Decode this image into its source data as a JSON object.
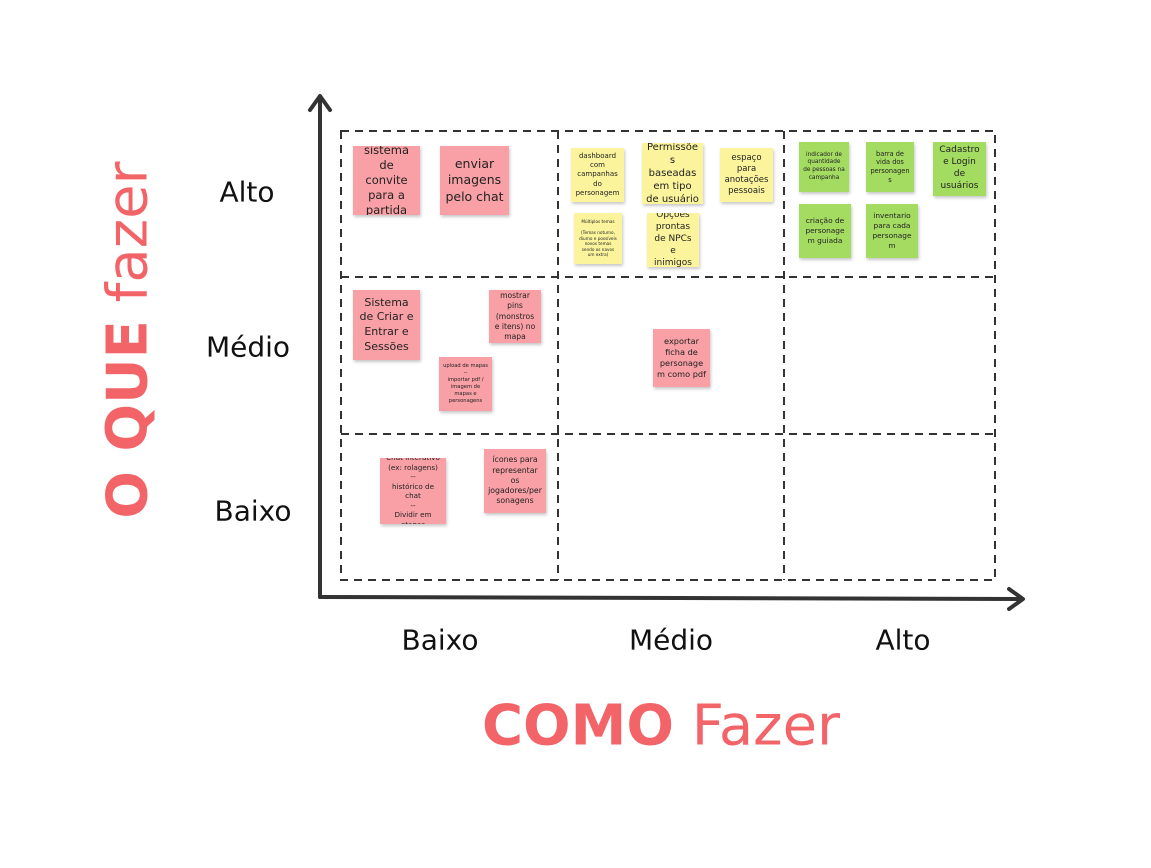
{
  "board": {
    "y_axis_title": {
      "bold": "O QUE",
      "light": "fazer"
    },
    "x_axis_title": {
      "bold": "COMO",
      "light": "Fazer"
    },
    "y_levels": [
      "Alto",
      "Médio",
      "Baixo"
    ],
    "x_levels": [
      "Baixo",
      "Médio",
      "Alto"
    ]
  },
  "colors": {
    "title": "#f26468",
    "note_red": "#f8a0a5",
    "note_yellow": "#fbf49c",
    "note_green": "#a4dc62",
    "axis": "#333333",
    "grid": "#333333"
  },
  "notes": [
    {
      "id": "sistema-de-convite",
      "color": "red",
      "text": "sistema de convite para a partida"
    },
    {
      "id": "enviar-imagens",
      "color": "red",
      "text": "enviar imagens pelo chat"
    },
    {
      "id": "dashboard",
      "color": "yellow",
      "text": "dashboard com campanhas do personagem"
    },
    {
      "id": "permissoes",
      "color": "yellow",
      "text": "Permissões baseadas em tipo de usuário"
    },
    {
      "id": "espaco-anotacoes",
      "color": "yellow",
      "text": "espaço para anotações pessoais"
    },
    {
      "id": "multiplos-temas",
      "color": "yellow",
      "text": "Múltiplos temas\n\n(Temas noturno, diurno e possíveis novos temas sendo os navos um extra)"
    },
    {
      "id": "opcoes-prontas",
      "color": "yellow",
      "text": "Opções prontas de NPCs e inimigos"
    },
    {
      "id": "indicador-quantidade",
      "color": "green",
      "text": "indicador de quantidade de pessoas na campanha"
    },
    {
      "id": "barra-de-vida",
      "color": "green",
      "text": "barra de vida dos personagens"
    },
    {
      "id": "cadastro-login",
      "color": "green",
      "text": "Cadastro e Login de usuários"
    },
    {
      "id": "criacao-personagem",
      "color": "green",
      "text": "criação de personagem guiada"
    },
    {
      "id": "inventario",
      "color": "green",
      "text": "inventario para cada personagem"
    },
    {
      "id": "sistema-criar-sessoes",
      "color": "red",
      "text": "Sistema de Criar e Entrar e Sessões"
    },
    {
      "id": "mostrar-pins",
      "color": "red",
      "text": "mostrar pins (monstros e itens) no mapa"
    },
    {
      "id": "upload-mapas",
      "color": "red",
      "text": "upload de mapas\n--\nimportar pdf / imagem de mapas e personagens"
    },
    {
      "id": "exportar-ficha",
      "color": "red",
      "text": "exportar ficha de personagem como pdf"
    },
    {
      "id": "chat-interativo",
      "color": "red",
      "text": "Chat interativo (ex: rolagens)\n--\nhistórico de chat\n--\nDividir em etapas"
    },
    {
      "id": "icones",
      "color": "red",
      "text": "ícones para representar os jogadores/personagens"
    }
  ]
}
